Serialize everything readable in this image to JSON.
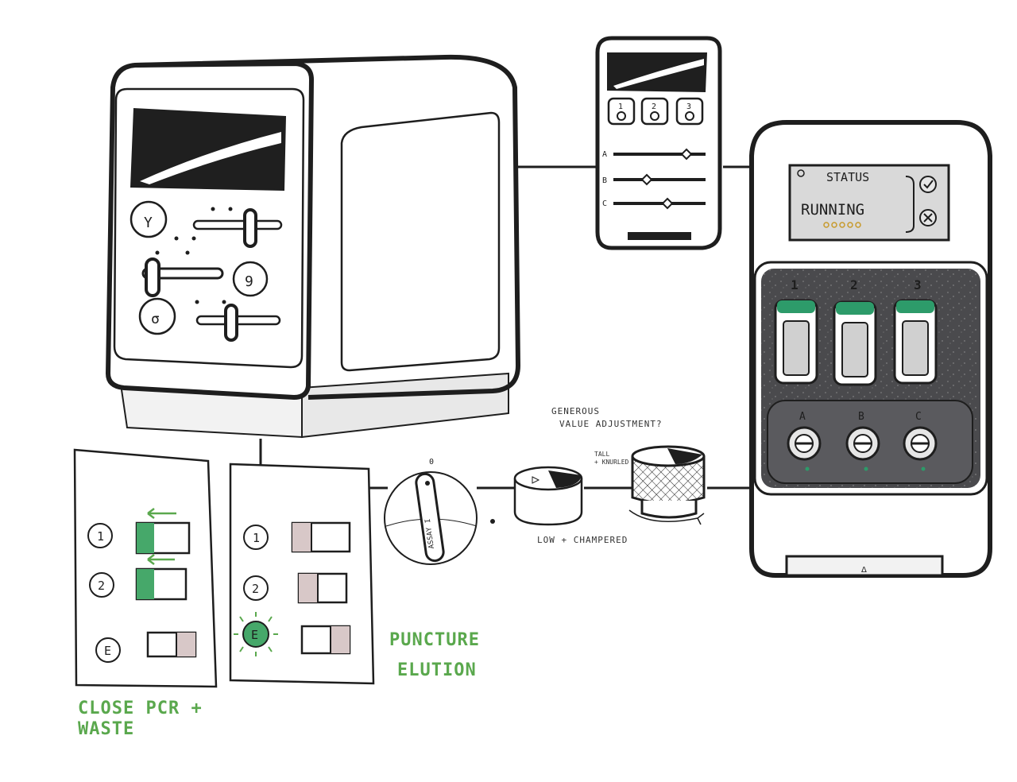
{
  "colors": {
    "ink": "#1e1e1e",
    "device_body": "#ffffff",
    "screen": "#1f1f1f",
    "tray": "#4a4a4d",
    "accent_green": "#2d9b6a",
    "note_green": "#5aa84d",
    "puncture_marker": "#d8c8c8",
    "punched_fill": "#46a86a"
  },
  "small_panel": {
    "buttons": [
      "1",
      "2",
      "3"
    ],
    "sliders": [
      "A",
      "B",
      "C"
    ]
  },
  "status_device": {
    "status_label": "STATUS",
    "status_value": "RUNNING",
    "tube_slots": [
      "1",
      "2",
      "3"
    ],
    "knobs": [
      "A",
      "B",
      "C"
    ],
    "bottom_mark": "Δ"
  },
  "knob_annotations": {
    "top_mark": "0",
    "assay_label": "ASSAY I",
    "question_line1": "GENEROUS",
    "question_line2": "VALUE ADJUSTMENT?",
    "low_knob_label": "LOW + CHAMPERED",
    "tall_knob_label_line1": "TALL",
    "tall_knob_label_line2": "+ KNURLED"
  },
  "step_cards": [
    {
      "rows": [
        "1",
        "2",
        "E"
      ],
      "caption_line1": "CLOSE PCR +",
      "caption_line2": "WASTE"
    },
    {
      "rows": [
        "1",
        "2",
        "E"
      ],
      "caption_line1": "PUNCTURE",
      "caption_line2": "ELUTION"
    }
  ]
}
